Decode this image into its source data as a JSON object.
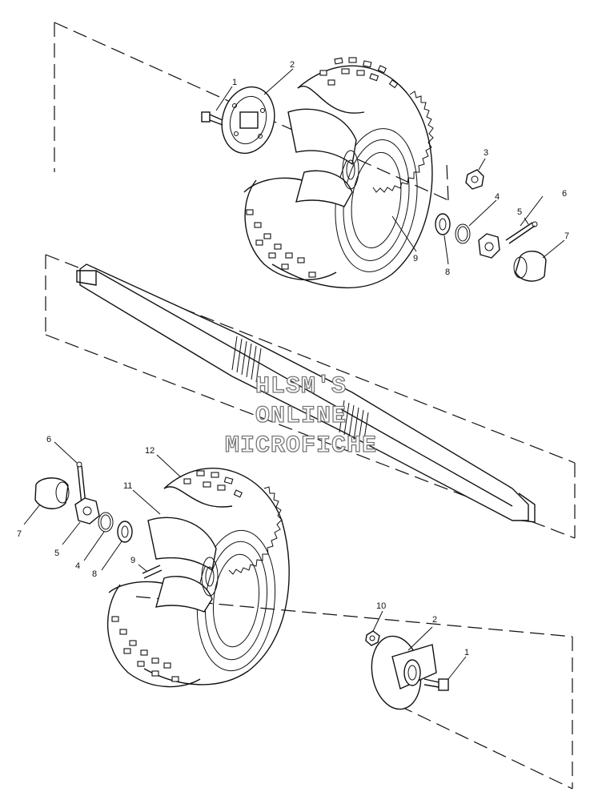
{
  "labels_top": [
    {
      "id": "1",
      "text": "1"
    },
    {
      "id": "2",
      "text": "2"
    },
    {
      "id": "3",
      "text": "3"
    },
    {
      "id": "4",
      "text": "4"
    },
    {
      "id": "5",
      "text": "5"
    },
    {
      "id": "6",
      "text": "6"
    },
    {
      "id": "7",
      "text": "7"
    },
    {
      "id": "8",
      "text": "8"
    },
    {
      "id": "9",
      "text": "9"
    }
  ],
  "labels_bottom": [
    {
      "id": "6",
      "text": "6"
    },
    {
      "id": "7",
      "text": "7"
    },
    {
      "id": "5",
      "text": "5"
    },
    {
      "id": "4",
      "text": "4"
    },
    {
      "id": "8",
      "text": "8"
    },
    {
      "id": "9",
      "text": "9"
    },
    {
      "id": "11",
      "text": "11"
    },
    {
      "id": "12",
      "text": "12"
    },
    {
      "id": "10",
      "text": "10"
    },
    {
      "id": "2",
      "text": "2"
    },
    {
      "id": "1",
      "text": "1"
    }
  ],
  "watermark": {
    "line1": "HLSM'S",
    "line2": "ONLINE",
    "line3": "MICROFICHE"
  }
}
